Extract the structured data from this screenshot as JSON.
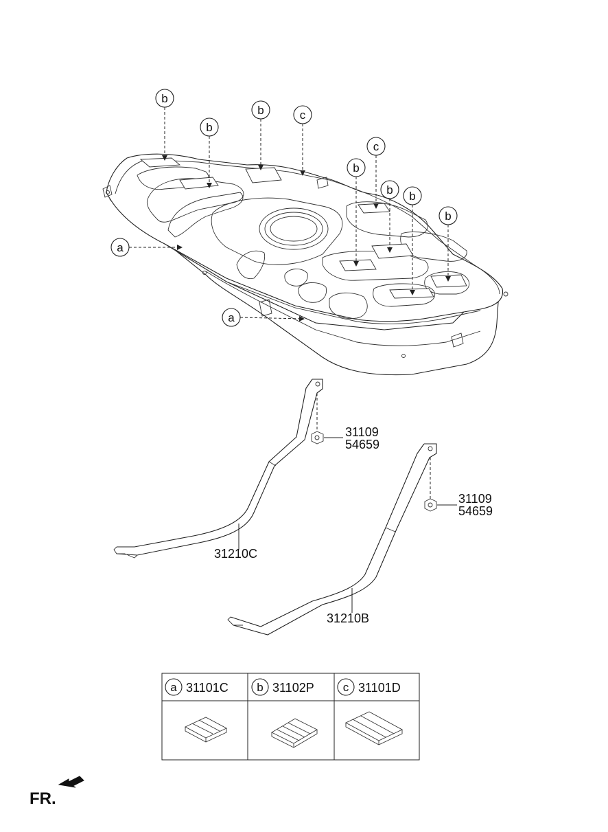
{
  "callouts": {
    "a": "a",
    "b": "b",
    "c": "c"
  },
  "parts": {
    "nut_part_1": "31109",
    "nut_part_2": "54659",
    "strap_front": "31210C",
    "strap_rear": "31210B"
  },
  "legend": [
    {
      "letter": "a",
      "part": "31101C"
    },
    {
      "letter": "b",
      "part": "31102P"
    },
    {
      "letter": "c",
      "part": "31101D"
    }
  ],
  "direction_label": "FR."
}
